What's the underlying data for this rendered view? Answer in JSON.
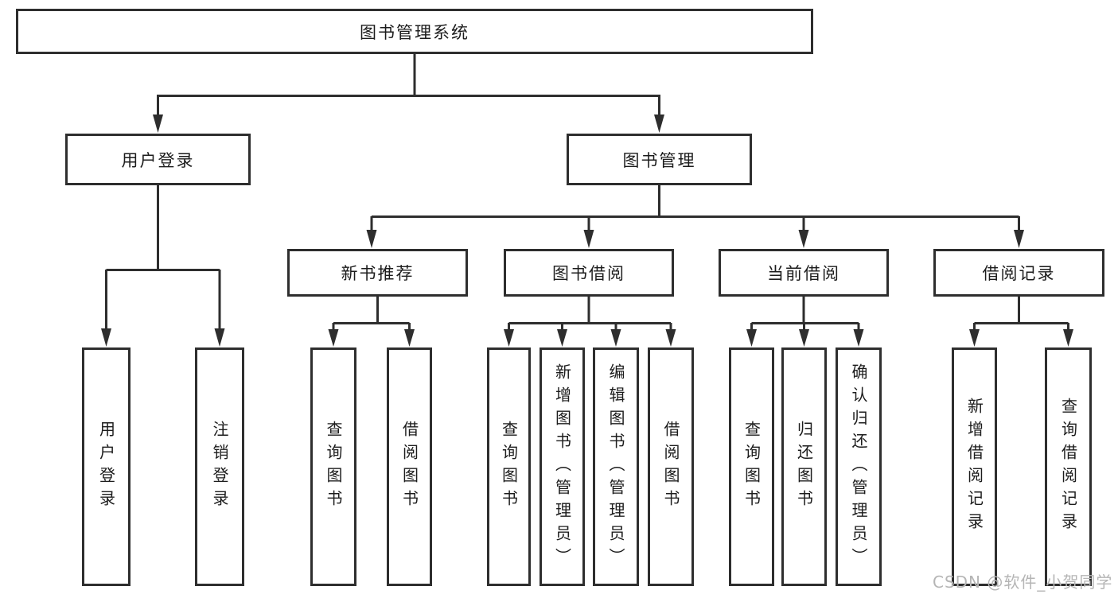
{
  "tree": {
    "root": "图书管理系统",
    "user_login": {
      "label": "用户登录",
      "children": [
        "用户登录",
        "注销登录"
      ]
    },
    "book_management": {
      "label": "图书管理",
      "sections": [
        {
          "label": "新书推荐",
          "children": [
            "查询图书",
            "借阅图书"
          ]
        },
        {
          "label": "图书借阅",
          "children": [
            "查询图书",
            "新增图书（管理员）",
            "编辑图书（管理员）",
            "借阅图书"
          ]
        },
        {
          "label": "当前借阅",
          "children": [
            "查询图书",
            "归还图书",
            "确认归还（管理员）"
          ]
        },
        {
          "label": "借阅记录",
          "children": [
            "新增借阅记录",
            "查询借阅记录"
          ]
        }
      ]
    }
  },
  "watermark": "CSDN @软件_小贺同学",
  "colors": {
    "line": "#2e2e2e",
    "text": "#1c1c1c",
    "background": "#ffffff",
    "watermark": "#b5b5b5"
  }
}
